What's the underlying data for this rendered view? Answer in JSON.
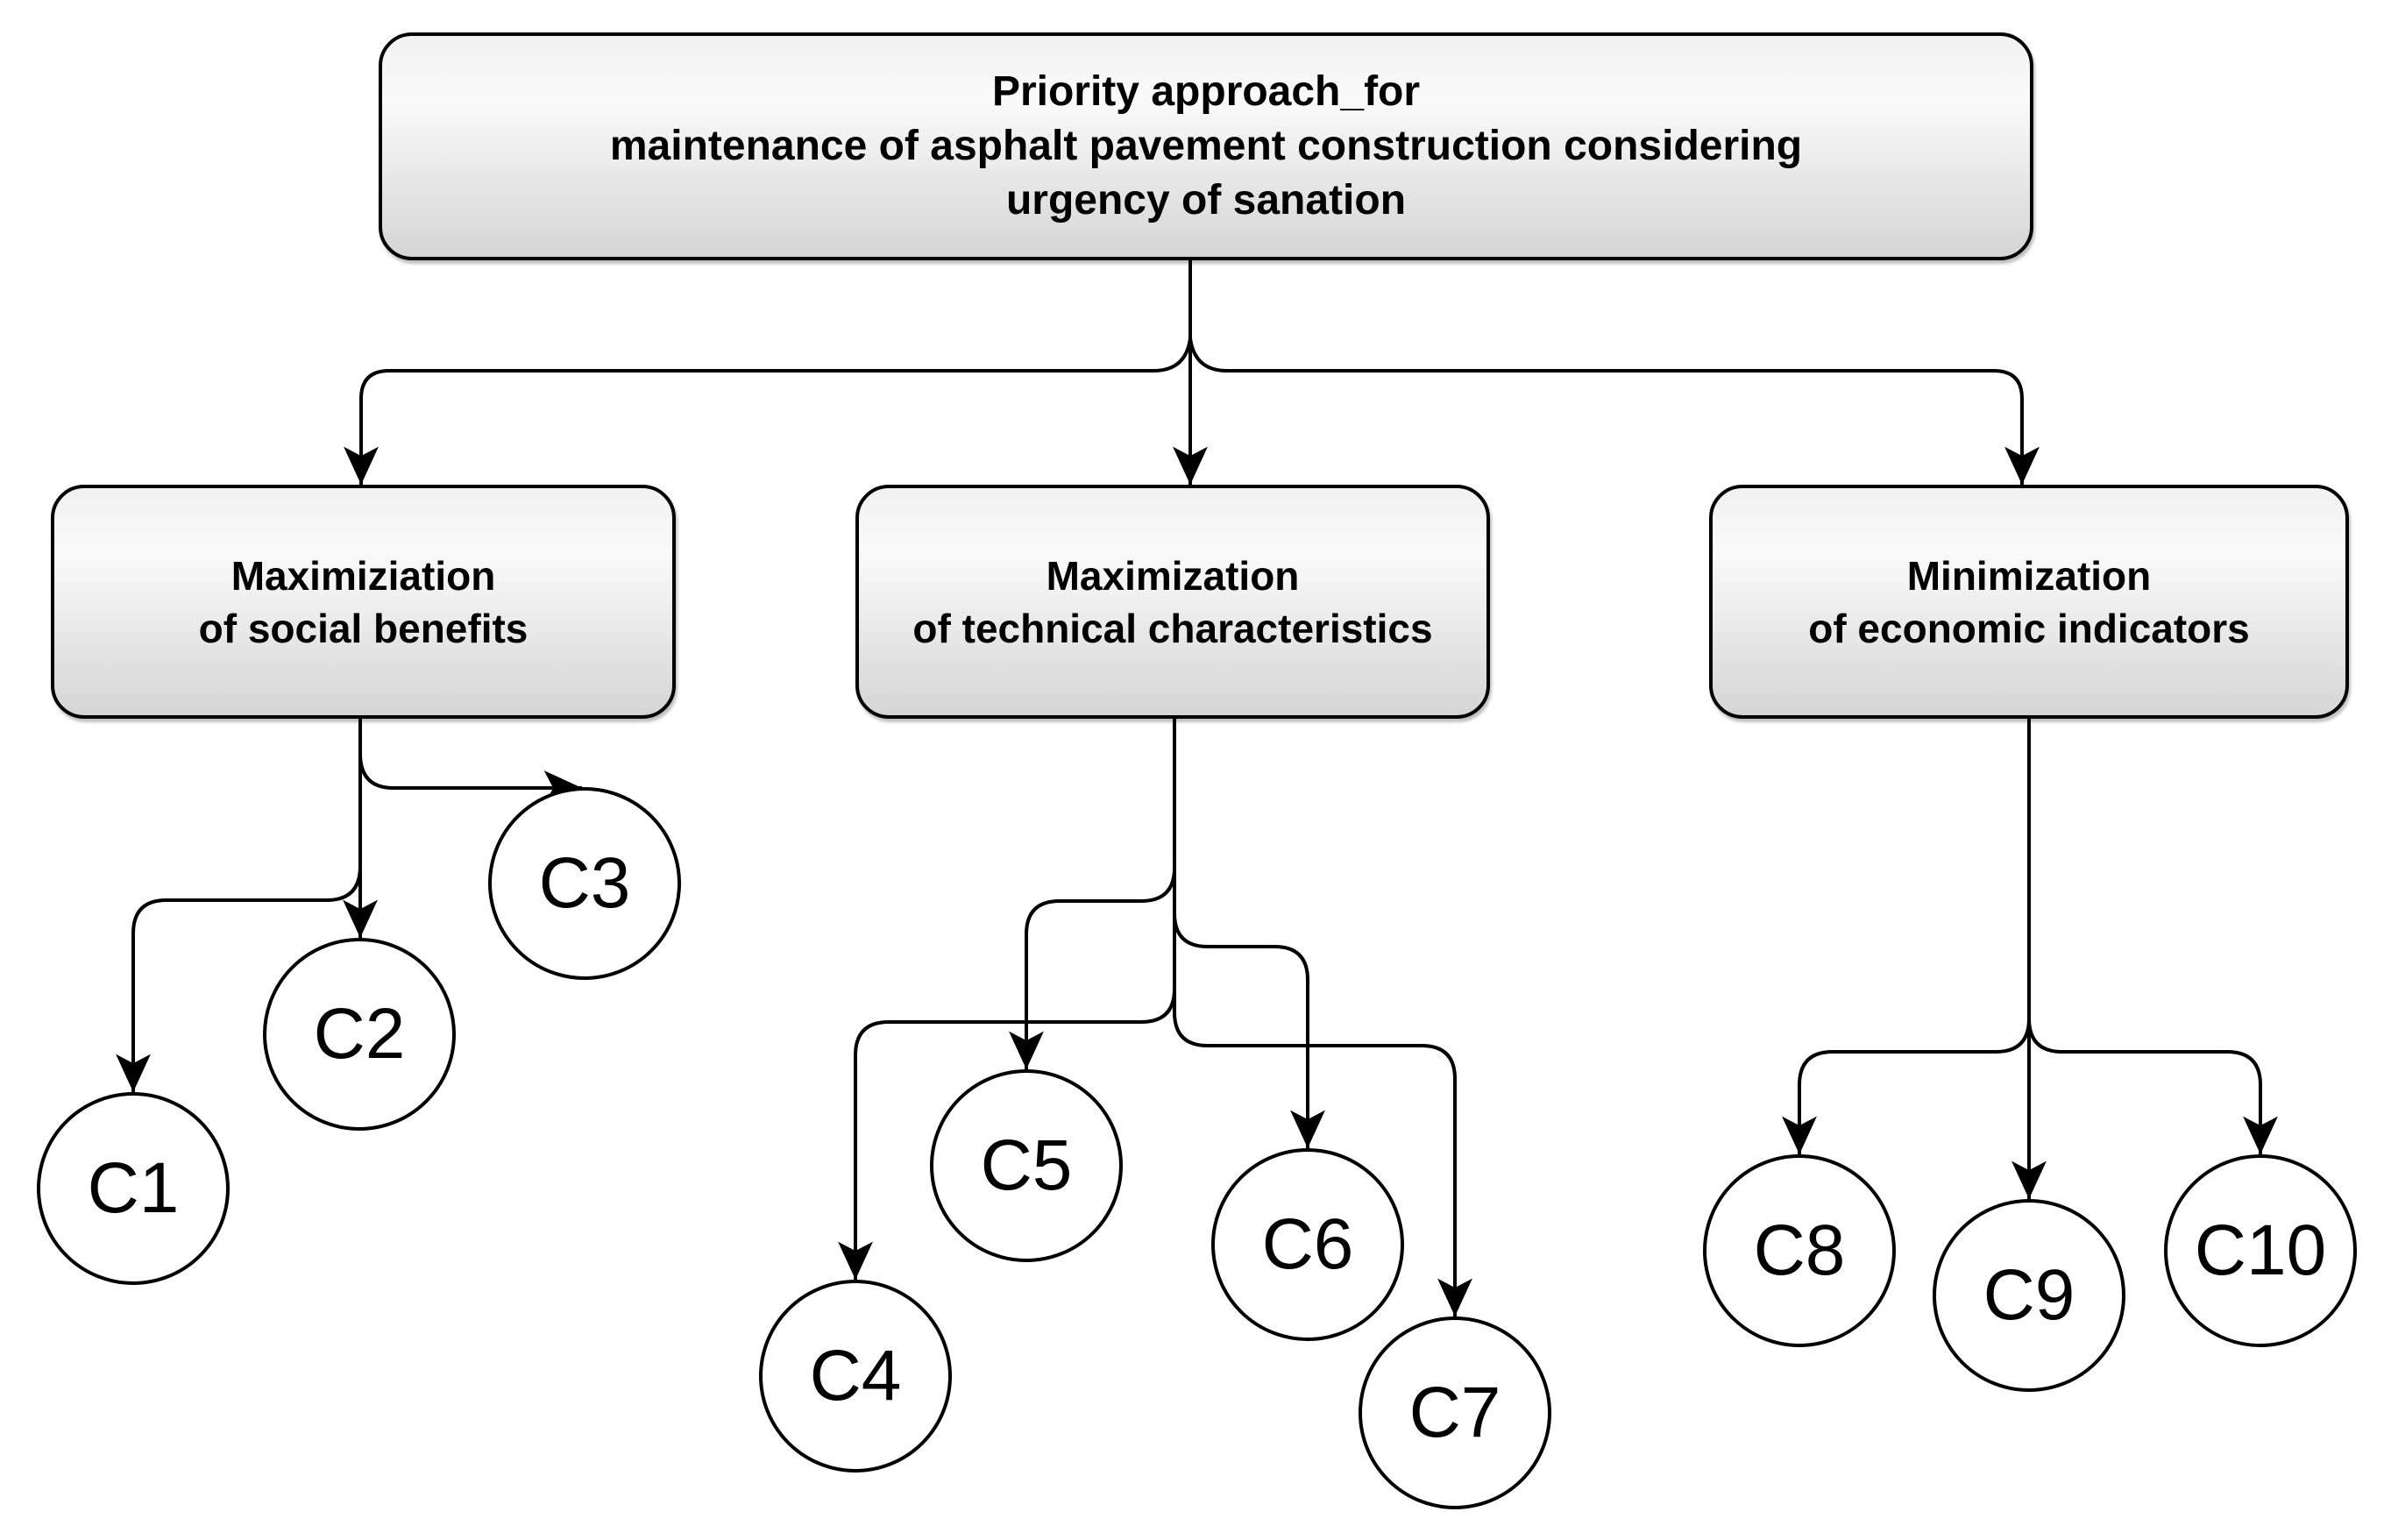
{
  "goal_node": {
    "line1": "Priority approach_for",
    "line2": "maintenance of asphalt pavement construction considering",
    "line3": "urgency of sanation"
  },
  "group_nodes": [
    {
      "id": "G1",
      "label": "Maximiziation\nof social benefits",
      "children": [
        "C1",
        "C2",
        "C3"
      ]
    },
    {
      "id": "G2",
      "label": "Maximization\nof technical characteristics",
      "children": [
        "C4",
        "C5",
        "C6",
        "C7"
      ]
    },
    {
      "id": "G3",
      "label": "Minimization\nof economic indicators",
      "children": [
        "C8",
        "C9",
        "C10"
      ]
    }
  ],
  "criterion_nodes": [
    {
      "id": "C1",
      "label": "C1"
    },
    {
      "id": "C2",
      "label": "C2"
    },
    {
      "id": "C3",
      "label": "C3"
    },
    {
      "id": "C4",
      "label": "C4"
    },
    {
      "id": "C5",
      "label": "C5"
    },
    {
      "id": "C6",
      "label": "C6"
    },
    {
      "id": "C7",
      "label": "C7"
    },
    {
      "id": "C8",
      "label": "C8"
    },
    {
      "id": "C9",
      "label": "C9"
    },
    {
      "id": "C10",
      "label": "C10"
    }
  ],
  "colors": {
    "stroke": "#000000",
    "box_gradient_top": "#f1f1f1",
    "box_gradient_bottom": "#d5d5d5",
    "circle_fill": "#ffffff",
    "background": "#ffffff"
  }
}
